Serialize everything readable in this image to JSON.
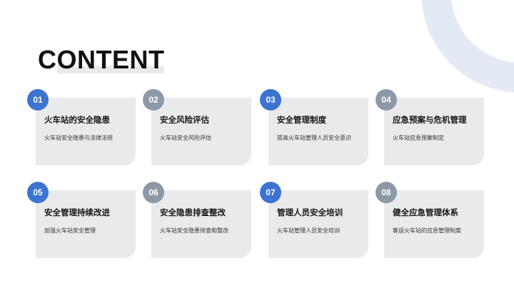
{
  "page": {
    "title": "CONTENT",
    "accent_blue": "#3d73d1",
    "accent_gray": "#8d99a8",
    "card_bg": "#e9eaec",
    "decor_ring": "#e3eaf6"
  },
  "items": [
    {
      "number": "01",
      "title": "火车站的安全隐患",
      "desc": "火车站安全隐患与法律法规",
      "badge_color": "blue"
    },
    {
      "number": "02",
      "title": "安全风险评估",
      "desc": "火车站安全风险评估",
      "badge_color": "gray"
    },
    {
      "number": "03",
      "title": "安全管理制度",
      "desc": "提高火车站管理人员安全意识",
      "badge_color": "blue"
    },
    {
      "number": "04",
      "title": "应急预案与危机管理",
      "desc": "火车站应急预案制定",
      "badge_color": "gray"
    },
    {
      "number": "05",
      "title": "安全管理持续改进",
      "desc": "加强火车站安全管理",
      "badge_color": "blue"
    },
    {
      "number": "06",
      "title": "安全隐患排查整改",
      "desc": "火车站安全隐患排查和整改",
      "badge_color": "gray"
    },
    {
      "number": "07",
      "title": "管理人员安全培训",
      "desc": "火车站管理人员安全培训",
      "badge_color": "blue"
    },
    {
      "number": "08",
      "title": "健全应急管理体系",
      "desc": "客运火车站的应急管理制度",
      "badge_color": "gray"
    }
  ]
}
